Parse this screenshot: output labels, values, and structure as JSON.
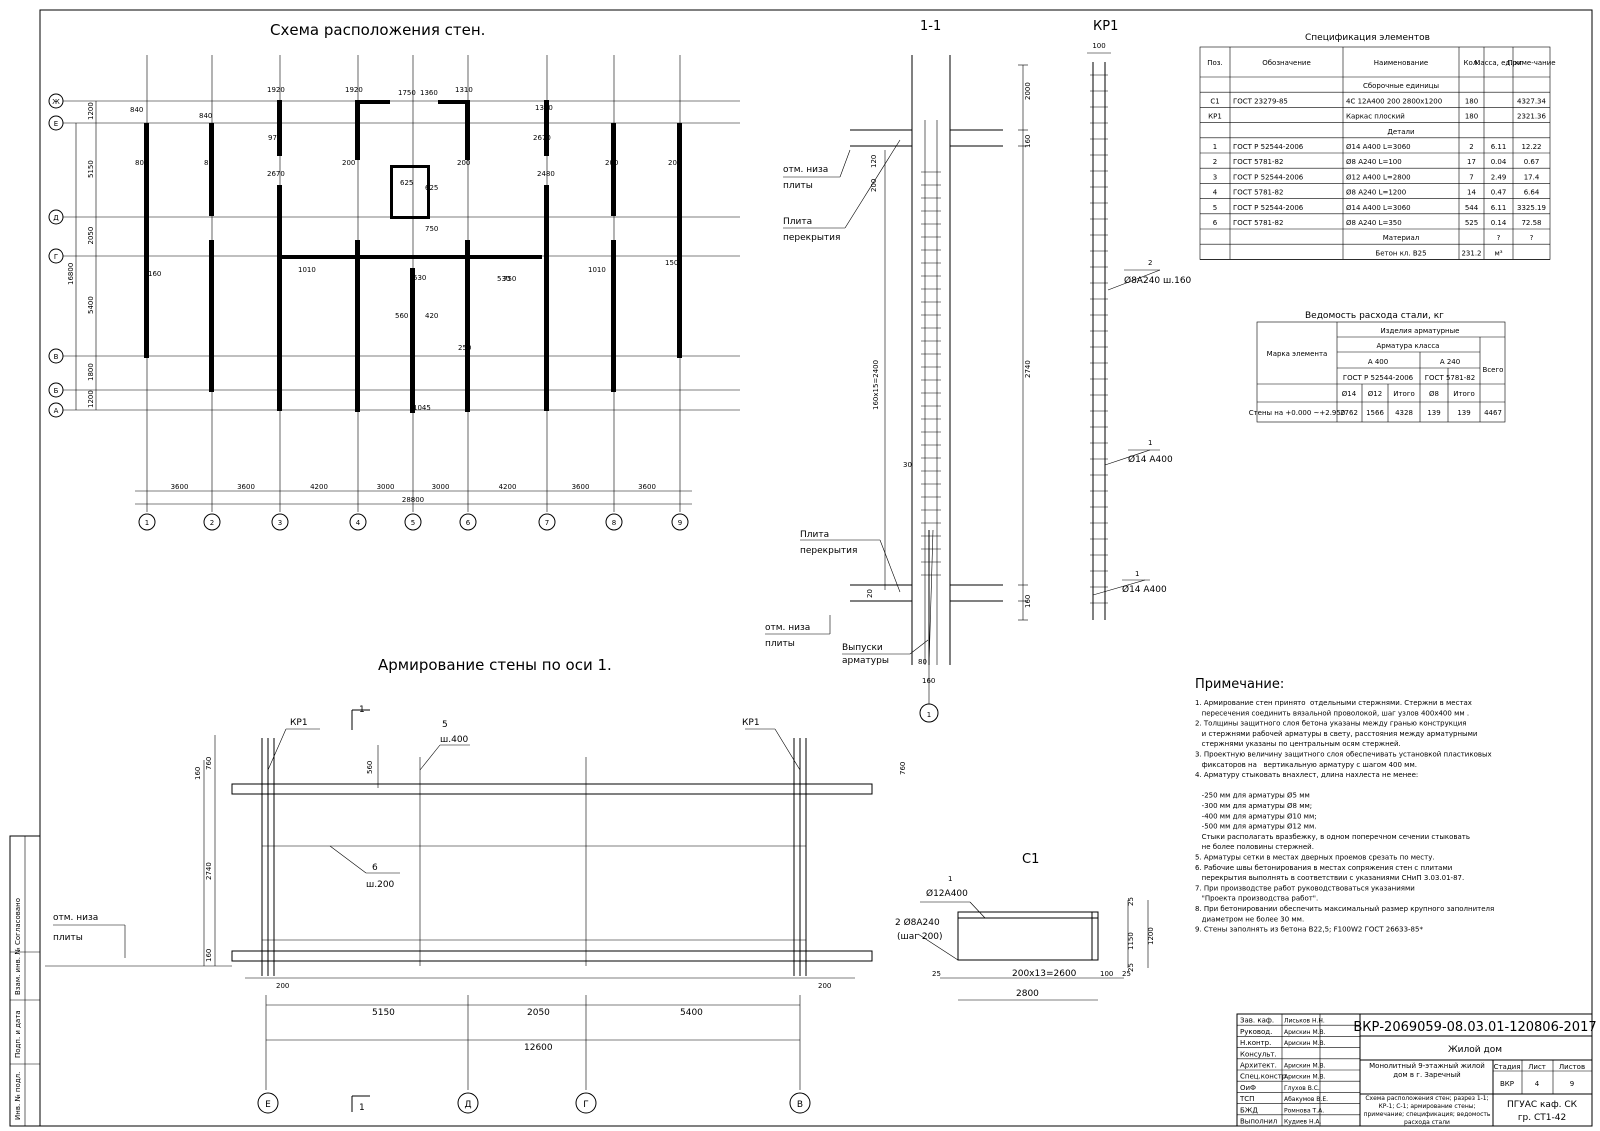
{
  "plan": {
    "title": "Схема расположения стен.",
    "row_axes": [
      "Ж",
      "Е",
      "Д",
      "Г",
      "В",
      "Б",
      "А"
    ],
    "row_dims": [
      "1200",
      "5150",
      "2050",
      "5400",
      "1800",
      "1200"
    ],
    "row_total": "16800",
    "col_axes": [
      "1",
      "2",
      "3",
      "4",
      "5",
      "6",
      "7",
      "8",
      "9"
    ],
    "col_dims": [
      "3600",
      "3600",
      "4200",
      "3000",
      "3000",
      "4200",
      "3600",
      "3600"
    ],
    "col_total": "28800",
    "notes": [
      "80",
      "80",
      "200",
      "200",
      "200",
      "200",
      "840",
      "840",
      "1920",
      "1920",
      "1310",
      "1310",
      "1750",
      "1360",
      "970",
      "2670",
      "2670",
      "2480",
      "625",
      "625",
      "750",
      "750",
      "530",
      "530",
      "1010",
      "1010",
      "160",
      "150",
      "560",
      "420",
      "250",
      "1045"
    ]
  },
  "section": {
    "title": "1-1",
    "mark_top": "отм. низа",
    "mark_top2": "плиты",
    "plate1": "Плита",
    "plate2": "перекрытия",
    "plate3": "Плита",
    "plate4": "перекрытия",
    "mark_bot": "отм. низа",
    "mark_bot2": "плиты",
    "outlets1": "Выпуски",
    "outlets2": "арматуры",
    "step_label": "160x15=2400",
    "dims": [
      "2000",
      "160",
      "2740",
      "160",
      "200",
      "120",
      "30",
      "20",
      "80",
      "160"
    ],
    "axis": "1"
  },
  "kp": {
    "title": "КР1",
    "top_dim": "100",
    "callout2_num": "2",
    "callout2_text": "Ø8А240 ш.160",
    "callout1_num": "1",
    "callout1_text": "Ø14 А400",
    "callout1b_num": "1",
    "callout1b_text": "Ø14 А400"
  },
  "spec": {
    "title": "Спецификация элементов",
    "headers": [
      "Поз.",
      "Обозначение",
      "Наименование",
      "Кол.",
      "Масса, ед. кг",
      "Приме-чание"
    ],
    "rows": [
      [
        "",
        "",
        "Сборочные единицы",
        "",
        "",
        ""
      ],
      [
        "С1",
        "ГОСТ 23279-85",
        "4С 12А400 200 2800x1200",
        "180",
        "",
        "4327.34"
      ],
      [
        "КР1",
        "",
        "Каркас плоский",
        "180",
        "",
        "2321.36"
      ],
      [
        "",
        "",
        "Детали",
        "",
        "",
        ""
      ],
      [
        "1",
        "ГОСТ Р 52544-2006",
        "Ø14 А400      L=3060",
        "2",
        "6.11",
        "12.22"
      ],
      [
        "2",
        "ГОСТ 5781-82",
        "Ø8 А240      L=100",
        "17",
        "0.04",
        "0.67"
      ],
      [
        "3",
        "ГОСТ Р 52544-2006",
        "Ø12 А400      L=2800",
        "7",
        "2.49",
        "17.4"
      ],
      [
        "4",
        "ГОСТ 5781-82",
        "Ø8 А240      L=1200",
        "14",
        "0.47",
        "6.64"
      ],
      [
        "5",
        "ГОСТ Р 52544-2006",
        "Ø14 А400      L=3060",
        "544",
        "6.11",
        "3325.19"
      ],
      [
        "6",
        "ГОСТ 5781-82",
        "Ø8 А240      L=350",
        "525",
        "0.14",
        "72.58"
      ],
      [
        "",
        "",
        "Материал",
        "",
        "?",
        "?"
      ],
      [
        "",
        "",
        "Бетон кл. В25",
        "231.2",
        "м³",
        ""
      ]
    ]
  },
  "steel": {
    "title": "Ведомость расхода стали, кг",
    "h_mark": "Марка элемента",
    "h_items": "Изделия арматурные",
    "h_class": "Арматура класса",
    "h_a400": "А 400",
    "h_a240": "А 240",
    "h_gost1": "ГОСТ Р 52544-2006",
    "h_gost2": "ГОСТ 5781-82",
    "h_total": "Всего",
    "h_cols": [
      "Ø14",
      "Ø12",
      "Итого",
      "Ø8",
      "Итого"
    ],
    "row_mark": "Стены на +0.000 ~+2.950",
    "row_vals": [
      "2762",
      "1566",
      "4328",
      "139",
      "139",
      "4467"
    ]
  },
  "wall": {
    "title": "Армирование стены по оси 1.",
    "kp_left": "КР1",
    "kp_right": "КР1",
    "pos5": "5",
    "pos5_step": "ш.400",
    "pos6": "6",
    "pos6_step": "ш.200",
    "cut": "1",
    "cut_b": "1",
    "mark1": "отм. низа",
    "mark2": "плиты",
    "dims_v": [
      "160",
      "760",
      "560",
      "2740",
      "160",
      "760"
    ],
    "dims_h": [
      "200",
      "200",
      "5150",
      "2050",
      "5400"
    ],
    "total": "12600",
    "axes": [
      "Е",
      "Д",
      "Г",
      "В"
    ]
  },
  "c1": {
    "title": "С1",
    "pos1": "1",
    "pos1_text": "Ø12А400",
    "pos2_text": "2  Ø8А240",
    "pos2_step": "(шаг 200)",
    "dims": [
      "25",
      "200x13=2600",
      "100",
      "25",
      "2800",
      "25",
      "1150",
      "25",
      "1200"
    ]
  },
  "notes": {
    "title": "Примечание:",
    "lines": [
      "1. Армирование стен принято  отдельными стержнями. Стержни в местах",
      "   пересечения соединить вязальной проволокой, шаг узлов 400х400 мм .",
      "2. Толщины защитного слоя бетона указаны между гранью конструкция",
      "   и стержнями рабочей арматуры в свету, расстояния между арматурными",
      "   стержнями указаны по центральным осям стержней.",
      "3. Проектную величину защитного слоя обеспечивать установкой пластиковых",
      "   фиксаторов на   вертикальную арматуру с шагом 400 мм.",
      "4. Арматуру стыковать внахлест, длина нахлеста не менее:",
      "",
      "   -250 мм для арматуры Ø5 мм",
      "   -300 мм для арматуры Ø8 мм;",
      "   -400 мм для арматуры Ø10 мм;",
      "   -500 мм для арматуры Ø12 мм.",
      "   Стыки располагать вразбежку, в одном поперечном сечении стыковать",
      "   не более половины стержней.",
      "5. Арматуры сетки в местах дверных проемов срезать по месту.",
      "6. Рабочие швы бетонирования в местах сопряжения стен с плитами",
      "   перекрытия выполнять в соответствии с указаниями СНиП 3.03.01-87.",
      "7. При производстве работ руководствоваться указаниями",
      "   \"Проекта производства работ\".",
      "8. При бетонировании обеспечить максимальный размер крупного заполнителя",
      "   диаметром не более 30 мм.",
      "9. Стены заполнять из бетона В22,5; F100W2 ГОСТ 26633-85*"
    ]
  },
  "stamp": {
    "code": "ВКР-2069059-08.03.01-120806-2017",
    "object": "Жилой дом",
    "building": "Монолитный 9-этажный жилой дом в г. Заречный",
    "sheet_title": "Схема расположения стен; разрез 1-1; КР-1; С-1; армирование стены; примечание; спецификация; ведомость расхода стали",
    "org": "ПГУАС каф. СК",
    "group": "гр. СТ1-42",
    "stage_h": "Стадия",
    "sheet_h": "Лист",
    "sheets_h": "Листов",
    "stage": "ВКР",
    "sheet": "4",
    "sheets": "9",
    "people": [
      [
        "Зав. каф.",
        "Лиськов Н.Н."
      ],
      [
        "Руковод.",
        "Арискин М.В."
      ],
      [
        "Н.контр.",
        "Арискин М.В."
      ],
      [
        "Консульт.",
        ""
      ],
      [
        "Архитект.",
        "Арискин М.В."
      ],
      [
        "Спец.констр.",
        "Арискин М.В."
      ],
      [
        "ОиФ",
        "Глухов В.С."
      ],
      [
        "ТСП",
        "Абакумов В.Е."
      ],
      [
        "БЖД",
        "Ромнова Т.А."
      ],
      [
        "Выполнил",
        "Кудиев Н.А."
      ]
    ]
  },
  "side": {
    "labels": [
      "Согласовано",
      "Взам. инв. №",
      "Подп. и дата",
      "Инв. № подл."
    ]
  }
}
